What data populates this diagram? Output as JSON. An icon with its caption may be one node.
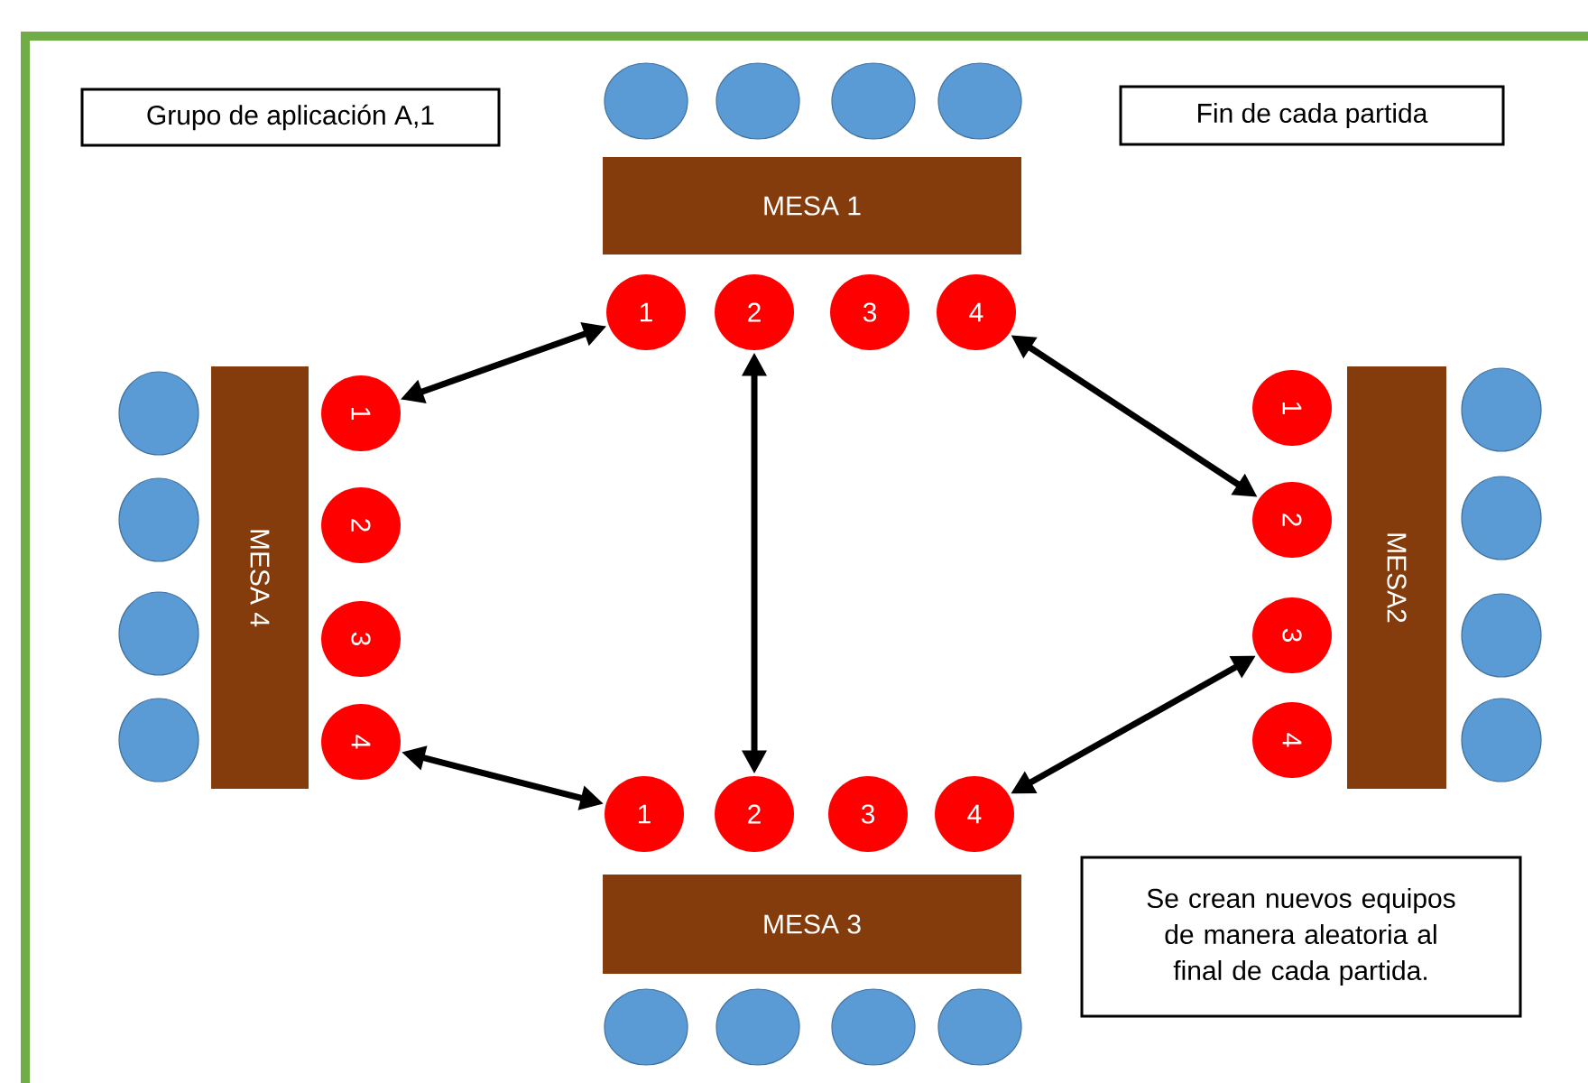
{
  "diagram": {
    "nodes": [
      {
        "text": [
          "Grupo de aplicación A,1"
        ]
      },
      {
        "text": [
          "Fin de cada partida"
        ]
      },
      {
        "text": [],
        "shape": "circle"
      },
      {
        "text": [],
        "shape": "circle"
      },
      {
        "text": [],
        "shape": "circle"
      },
      {
        "text": [],
        "shape": "circle"
      },
      {
        "text": [
          "MESA 1"
        ]
      },
      {
        "text": [
          "1"
        ]
      },
      {
        "text": [
          "2"
        ]
      },
      {
        "text": [
          "3"
        ]
      },
      {
        "text": [
          "4"
        ]
      },
      {
        "text": [],
        "shape": "circle"
      },
      {
        "text": [],
        "shape": "circle"
      },
      {
        "text": [],
        "shape": "circle"
      },
      {
        "text": [],
        "shape": "circle"
      },
      {
        "text": [
          "MESA 4"
        ]
      },
      {
        "text": [
          "1"
        ]
      },
      {
        "text": [
          "2"
        ]
      },
      {
        "text": [
          "3"
        ]
      },
      {
        "text": [
          "4"
        ]
      },
      {
        "text": [
          "1"
        ]
      },
      {
        "text": [
          "2"
        ]
      },
      {
        "text": [
          "3"
        ]
      },
      {
        "text": [
          "4"
        ]
      },
      {
        "text": [
          "MESA2"
        ]
      },
      {
        "text": [],
        "shape": "circle"
      },
      {
        "text": [],
        "shape": "circle"
      },
      {
        "text": [],
        "shape": "circle"
      },
      {
        "text": [],
        "shape": "circle"
      },
      {
        "text": [
          "1"
        ]
      },
      {
        "text": [
          "2"
        ]
      },
      {
        "text": [
          "3"
        ]
      },
      {
        "text": [
          "4"
        ]
      },
      {
        "text": [
          "MESA 3"
        ]
      },
      {
        "text": [],
        "shape": "circle"
      },
      {
        "text": [],
        "shape": "circle"
      },
      {
        "text": [],
        "shape": "circle"
      },
      {
        "text": [],
        "shape": "circle"
      },
      {
        "text": [
          "Se crean nuevos equipos de manera aleatoria al final de cada partida."
        ]
      }
    ],
    "edges": [
      {
        "from": 7,
        "to": 16,
        "arrow": "both"
      },
      {
        "from": 8,
        "to": 30,
        "arrow": "both"
      },
      {
        "from": 10,
        "to": 21,
        "arrow": "both"
      },
      {
        "from": 19,
        "to": 29,
        "arrow": "both"
      },
      {
        "from": 22,
        "to": 32,
        "arrow": "both"
      }
    ]
  }
}
